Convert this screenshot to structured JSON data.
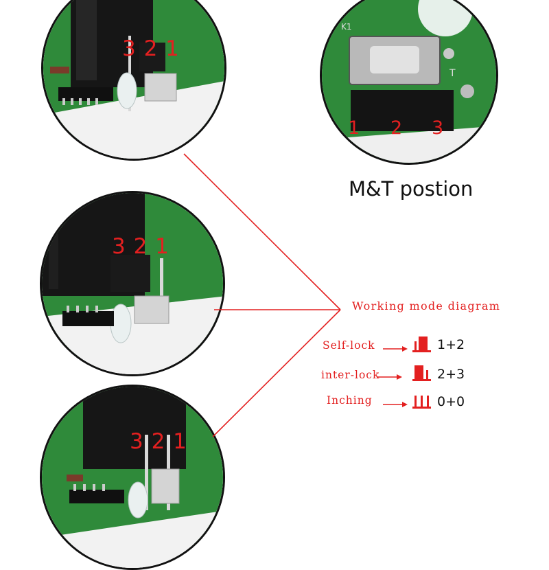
{
  "top_left_photo": {
    "pin_numbers": "3 2 1"
  },
  "middle_left_photo": {
    "pin_numbers": "3 2 1"
  },
  "bottom_left_photo": {
    "pin_numbers": "3 2 1"
  },
  "mt_photo": {
    "caption": "M&T postion",
    "pins": [
      "1",
      "2",
      "3"
    ]
  },
  "legend": {
    "title": "Working mode diagram",
    "modes": [
      {
        "label": "Self-lock",
        "value": "1+2",
        "icon": "jumper-1-2-icon"
      },
      {
        "label": "inter-lock",
        "value": "2+3",
        "icon": "jumper-2-3-icon"
      },
      {
        "label": "Inching",
        "value": "0+0",
        "icon": "jumper-open-icon"
      }
    ]
  },
  "colors": {
    "accent_red": "#e32020",
    "pcb_green": "#2f8a3a",
    "relay_black": "#111111"
  }
}
